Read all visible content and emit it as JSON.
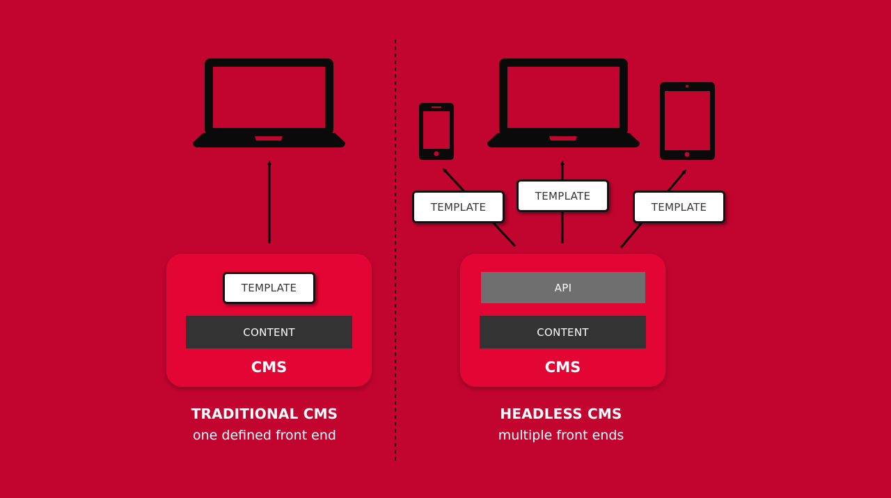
{
  "traditional": {
    "template_label": "TEMPLATE",
    "content_label": "CONTENT",
    "cms_label": "CMS",
    "caption_title": "TRADITIONAL CMS",
    "caption_subtitle": "one defined front end"
  },
  "headless": {
    "templates": [
      "TEMPLATE",
      "TEMPLATE",
      "TEMPLATE"
    ],
    "api_label": "API",
    "content_label": "CONTENT",
    "cms_label": "CMS",
    "caption_title": "HEADLESS CMS",
    "caption_subtitle": "multiple front ends"
  },
  "icons": [
    "laptop-icon",
    "phone-icon",
    "laptop-icon",
    "tablet-icon"
  ],
  "colors": {
    "background": "#c1052f",
    "cms_box": "#e30534",
    "content_bar": "#333333",
    "api_bar": "#6f6f6f",
    "device": "#0a0a0a"
  }
}
